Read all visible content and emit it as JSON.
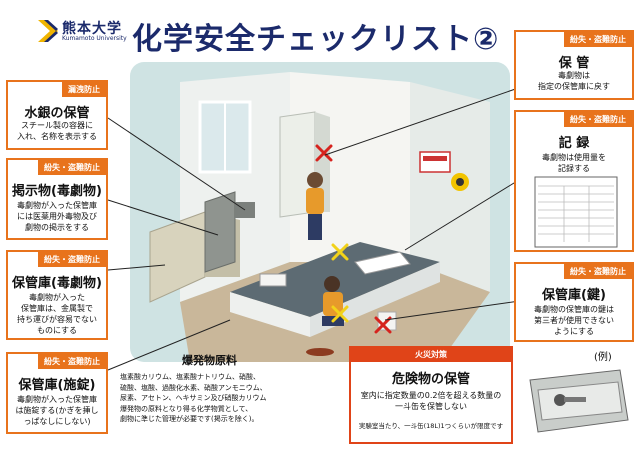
{
  "header": {
    "logo_jp": "熊本大学",
    "logo_en": "Kumamoto University",
    "title": "化学安全チェックリスト②"
  },
  "cards": {
    "mercury": {
      "tag": "漏洩防止",
      "title": "水銀の保管",
      "body": "スチール製の容器に\n入れ、名称を表示する"
    },
    "poison_sign": {
      "tag": "紛失・盗難防止",
      "title": "掲示物(毒劇物)",
      "body": "毒劇物が入った保管庫\nには医薬用外毒物及び\n劇物の掲示をする"
    },
    "cabinet_poison": {
      "tag": "紛失・盗難防止",
      "title": "保管庫(毒劇物)",
      "body": "毒劇物が入った\n保管庫は、金属製で\n持ち運びが容易でない\nものにする"
    },
    "cabinet_lock": {
      "tag": "紛失・盗難防止",
      "title": "保管庫(施錠)",
      "body": "毒劇物が入った保管庫\nは施錠する(かぎを挿し\nっぱなしにしない)"
    },
    "storage": {
      "tag": "紛失・盗難防止",
      "title": "保 管",
      "body": "毒劇物は\n指定の保管庫に戻す"
    },
    "record": {
      "tag": "紛失・盗難防止",
      "title": "記 録",
      "body": "毒劇物は使用量を\n記録する"
    },
    "key": {
      "tag": "紛失・盗難防止",
      "title": "保管庫(鍵)",
      "body": "毒劇物の保管庫の鍵は\n第三者が使用できない\nようにする"
    }
  },
  "fire": {
    "tag": "火災対策",
    "title": "危険物の保管",
    "body": "室内に指定数量の0.2倍を超える数量の\n一斗缶を保管しない",
    "note": "実験室当たり、一斗缶(18L)1つくらいが限度です"
  },
  "explosive": {
    "title": "爆発物原料",
    "body": "塩素酸カリウム、塩素酸ナトリウム、硝酸、\n硫酸、塩酸、過酸化水素、硝酸アンモニウム、\n尿素、アセトン、ヘキサミン及び硝酸カリウム\n爆発物の原料となり得る化学物質として、\n劇物に準じた管理が必要です(掲示を除く)。"
  },
  "example_label": "(例)",
  "colors": {
    "accent": "#e8731c",
    "fire": "#e04418",
    "navy": "#1b2a6b",
    "room": "#cfe3e3"
  }
}
